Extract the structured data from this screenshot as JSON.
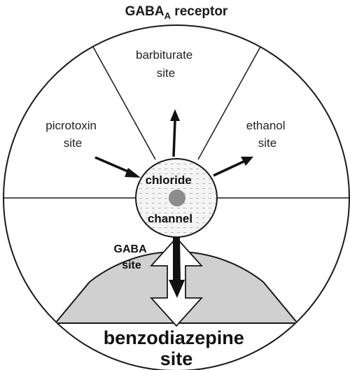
{
  "title": {
    "main": "GABA",
    "subscript": "A",
    "suffix": " receptor"
  },
  "sites": {
    "barbiturate": [
      "barbiturate",
      "site"
    ],
    "picrotoxin": [
      "picrotoxin",
      "site"
    ],
    "ethanol": [
      "ethanol",
      "site"
    ],
    "gaba": [
      "GABA",
      "site"
    ],
    "benzodiazepine": [
      "benzodiazepine",
      "site"
    ]
  },
  "channel": {
    "line1": "chloride",
    "line2": "channel"
  },
  "colors": {
    "outline": "#1a1a1a",
    "shaded_region": "#d0d0d0",
    "pore": "#8c8c8c",
    "channel_fill": "#f2f2f2"
  }
}
